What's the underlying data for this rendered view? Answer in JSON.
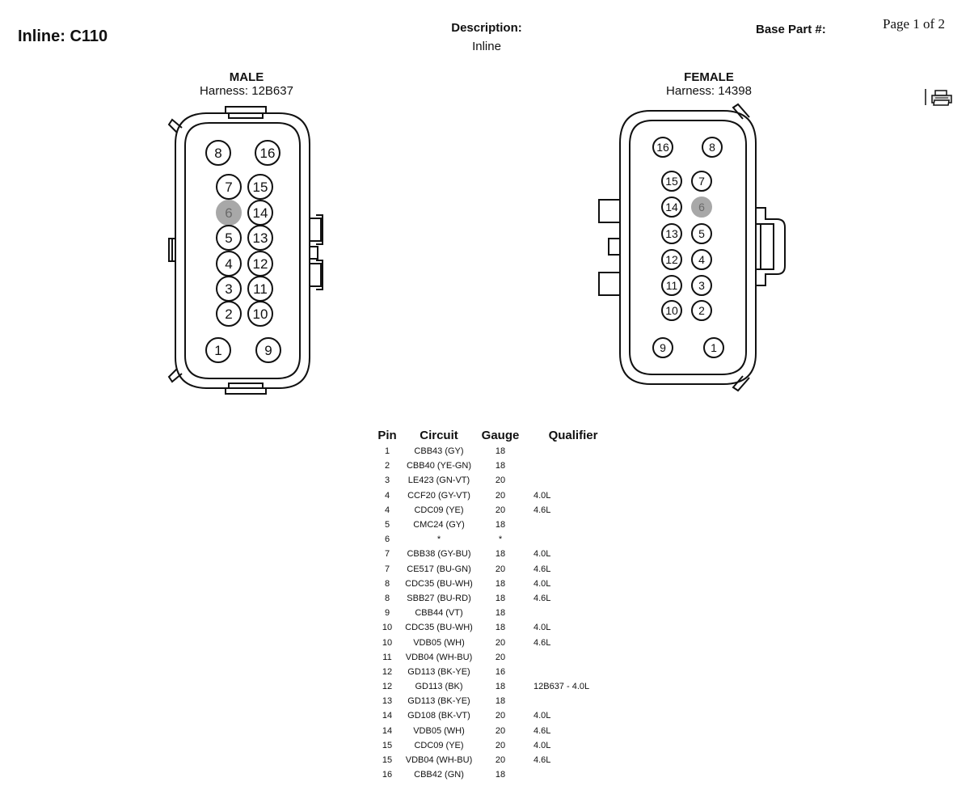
{
  "header": {
    "title": "Inline: C110",
    "description_label": "Description:",
    "description_value": "Inline",
    "base_part_label": "Base Part #:",
    "page": "Page 1 of 2"
  },
  "male": {
    "gender": "MALE",
    "harness": "Harness: 12B637",
    "pins": [
      {
        "label": "8",
        "shaded": false
      },
      {
        "label": "16",
        "shaded": false
      },
      {
        "label": "7",
        "shaded": false
      },
      {
        "label": "15",
        "shaded": false
      },
      {
        "label": "6",
        "shaded": true
      },
      {
        "label": "14",
        "shaded": false
      },
      {
        "label": "5",
        "shaded": false
      },
      {
        "label": "13",
        "shaded": false
      },
      {
        "label": "4",
        "shaded": false
      },
      {
        "label": "12",
        "shaded": false
      },
      {
        "label": "3",
        "shaded": false
      },
      {
        "label": "11",
        "shaded": false
      },
      {
        "label": "2",
        "shaded": false
      },
      {
        "label": "10",
        "shaded": false
      },
      {
        "label": "1",
        "shaded": false
      },
      {
        "label": "9",
        "shaded": false
      }
    ]
  },
  "female": {
    "gender": "FEMALE",
    "harness": "Harness: 14398",
    "pins": [
      {
        "label": "16",
        "shaded": false
      },
      {
        "label": "8",
        "shaded": false
      },
      {
        "label": "15",
        "shaded": false
      },
      {
        "label": "7",
        "shaded": false
      },
      {
        "label": "14",
        "shaded": false
      },
      {
        "label": "6",
        "shaded": true
      },
      {
        "label": "13",
        "shaded": false
      },
      {
        "label": "5",
        "shaded": false
      },
      {
        "label": "12",
        "shaded": false
      },
      {
        "label": "4",
        "shaded": false
      },
      {
        "label": "11",
        "shaded": false
      },
      {
        "label": "3",
        "shaded": false
      },
      {
        "label": "10",
        "shaded": false
      },
      {
        "label": "2",
        "shaded": false
      },
      {
        "label": "9",
        "shaded": false
      },
      {
        "label": "1",
        "shaded": false
      }
    ]
  },
  "table": {
    "headers": [
      "Pin",
      "Circuit",
      "Gauge",
      "Qualifier"
    ],
    "rows": [
      [
        "1",
        "CBB43 (GY)",
        "18",
        ""
      ],
      [
        "2",
        "CBB40 (YE-GN)",
        "18",
        ""
      ],
      [
        "3",
        "LE423 (GN-VT)",
        "20",
        ""
      ],
      [
        "4",
        "CCF20 (GY-VT)",
        "20",
        "4.0L"
      ],
      [
        "4",
        "CDC09 (YE)",
        "20",
        "4.6L"
      ],
      [
        "5",
        "CMC24 (GY)",
        "18",
        ""
      ],
      [
        "6",
        "*",
        "*",
        ""
      ],
      [
        "7",
        "CBB38 (GY-BU)",
        "18",
        "4.0L"
      ],
      [
        "7",
        "CE517 (BU-GN)",
        "20",
        "4.6L"
      ],
      [
        "8",
        "CDC35 (BU-WH)",
        "18",
        "4.0L"
      ],
      [
        "8",
        "SBB27 (BU-RD)",
        "18",
        "4.6L"
      ],
      [
        "9",
        "CBB44 (VT)",
        "18",
        ""
      ],
      [
        "10",
        "CDC35 (BU-WH)",
        "18",
        "4.0L"
      ],
      [
        "10",
        "VDB05 (WH)",
        "20",
        "4.6L"
      ],
      [
        "11",
        "VDB04 (WH-BU)",
        "20",
        ""
      ],
      [
        "12",
        "GD113 (BK-YE)",
        "16",
        ""
      ],
      [
        "12",
        "GD113 (BK)",
        "18",
        "12B637 - 4.0L"
      ],
      [
        "13",
        "GD113 (BK-YE)",
        "18",
        ""
      ],
      [
        "14",
        "GD108 (BK-VT)",
        "20",
        "4.0L"
      ],
      [
        "14",
        "VDB05 (WH)",
        "20",
        "4.6L"
      ],
      [
        "15",
        "CDC09 (YE)",
        "20",
        "4.0L"
      ],
      [
        "15",
        "VDB04 (WH-BU)",
        "20",
        "4.6L"
      ],
      [
        "16",
        "CBB42 (GN)",
        "18",
        ""
      ]
    ]
  },
  "icons": {
    "print": "printer-icon"
  },
  "colors": {
    "shaded_pin": "#a8a8a8",
    "line": "#111111"
  }
}
